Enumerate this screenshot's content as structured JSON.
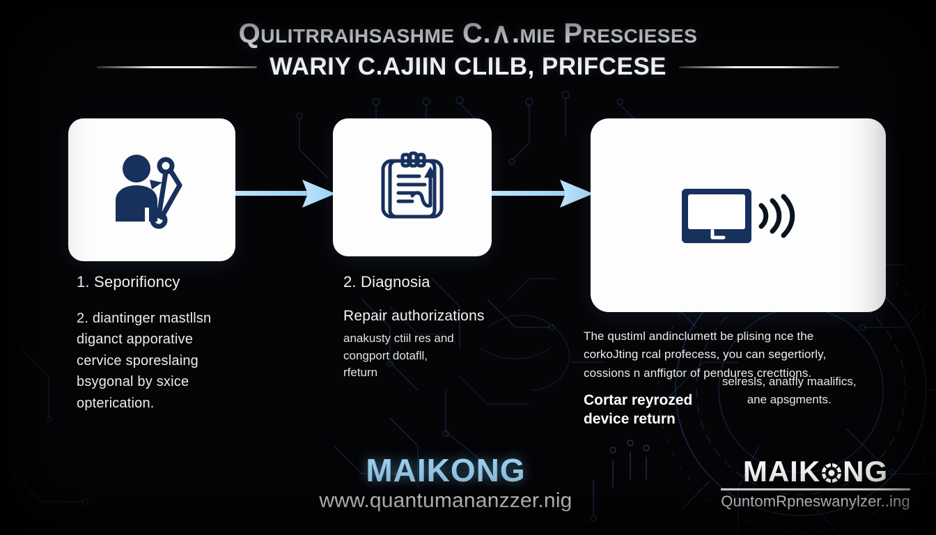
{
  "header": {
    "title_main": "Qulitrraihsashme C.∧.mie Prescieses",
    "title_sub": "WARIY C.AJIIN CLILB, PRIFCESE"
  },
  "flow": {
    "cards": [
      {
        "icon": "person-with-support-arm-icon"
      },
      {
        "icon": "clipboard-with-arrow-icon"
      },
      {
        "icon": "device-screen-wireless-icon"
      }
    ],
    "arrows": [
      {
        "icon": "arrow-right-icon",
        "color": "#a8d8f5"
      },
      {
        "icon": "arrow-right-icon",
        "color": "#a8d8f5"
      }
    ]
  },
  "columns": {
    "col1": {
      "step_title": "1. Seporifioncy",
      "lines": [
        "2. diantinger mastllsn",
        "diganct apporative",
        "cervice sporeslaing",
        "bsygonal by sxice",
        "opterication."
      ]
    },
    "col2": {
      "step_title": "2. Diagnosia",
      "lead": "Repair authorizations",
      "small_lines": [
        "anakusty ctiil res and",
        "congport dotafll,",
        "rfeturn"
      ]
    },
    "col3": {
      "paragraph_lines": [
        "The qustiml andinclumett be plising nce the",
        "corkoJting rcal profecess, you can segertiorly,",
        "cossions n anffigtor of pendures crecttions."
      ],
      "bold_note_lines": [
        "Cortar reyrozed",
        "device return"
      ],
      "tail_lines": [
        "selresls, anatfly maalifics,",
        "ane apsgments."
      ]
    }
  },
  "branding": {
    "left": {
      "wordmark": "MAIKONG",
      "url": "www.quantumananzzer.nig",
      "color": "#9fd4f5"
    },
    "right": {
      "wordmark_before": "MAIK",
      "wordmark_after": "NG",
      "gear_letter": "O",
      "url": "QuntomRpneswanylzer..ing",
      "color": "#ffffff"
    }
  },
  "palette": {
    "background": "#050507",
    "card": "#fdfdfd",
    "icon_navy": "#1a2f55",
    "accent_blue": "#a8d8f5",
    "circuit_line": "#1d3a66"
  }
}
